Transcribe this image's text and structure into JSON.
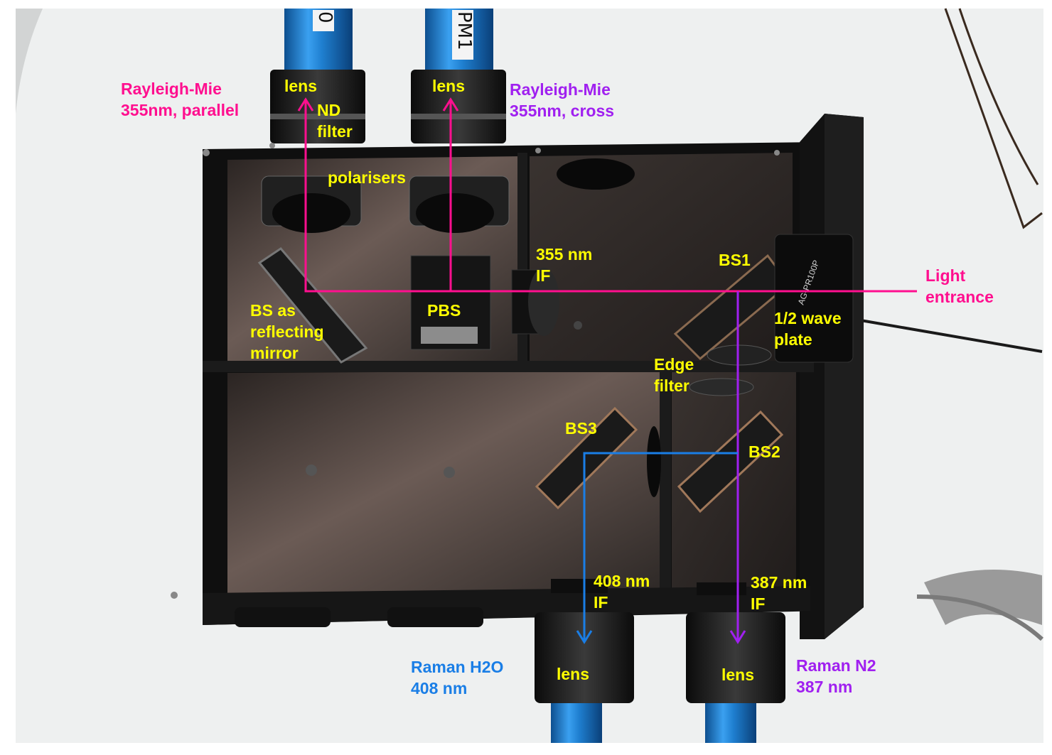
{
  "tube_labels": {
    "left": "0",
    "right": "PM1"
  },
  "labels": {
    "rm_parallel": {
      "line1": "Rayleigh-Mie",
      "line2": "355nm, parallel"
    },
    "rm_cross": {
      "line1": "Rayleigh-Mie",
      "line2": "355nm, cross"
    },
    "lens_top_left": "lens",
    "lens_top_right": "lens",
    "nd_filter": {
      "line1": "ND",
      "line2": "filter"
    },
    "polarisers": "polarisers",
    "if_355": {
      "line1": "355 nm",
      "line2": "IF"
    },
    "bs1": "BS1",
    "light_entrance": {
      "line1": "Light",
      "line2": "entrance"
    },
    "pbs": "PBS",
    "bs_mirror": {
      "line1": "BS as",
      "line2": "reflecting",
      "line3": "mirror"
    },
    "half_wave": {
      "line1": "1/2 wave",
      "line2": "plate"
    },
    "edge_filter": {
      "line1": "Edge",
      "line2": "filter"
    },
    "bs3": "BS3",
    "bs2": "BS2",
    "if_408": {
      "line1": "408 nm",
      "line2": "IF"
    },
    "if_387": {
      "line1": "387 nm",
      "line2": "IF"
    },
    "raman_h2o": {
      "line1": "Raman H2O",
      "line2": "408 nm"
    },
    "raman_n2": {
      "line1": "Raman N2",
      "line2": "387 nm"
    },
    "lens_bottom_left": "lens",
    "lens_bottom_right": "lens"
  },
  "mount_label": "AG-PR100P",
  "colors": {
    "label_yellow": "#ffff00",
    "rayleigh_parallel_pink": "#ff0f8f",
    "rayleigh_cross_purple": "#a020f0",
    "raman_h2o_blue": "#1a7ee6",
    "tube_blue": "#1f7fd0",
    "box_black": "#141414"
  }
}
